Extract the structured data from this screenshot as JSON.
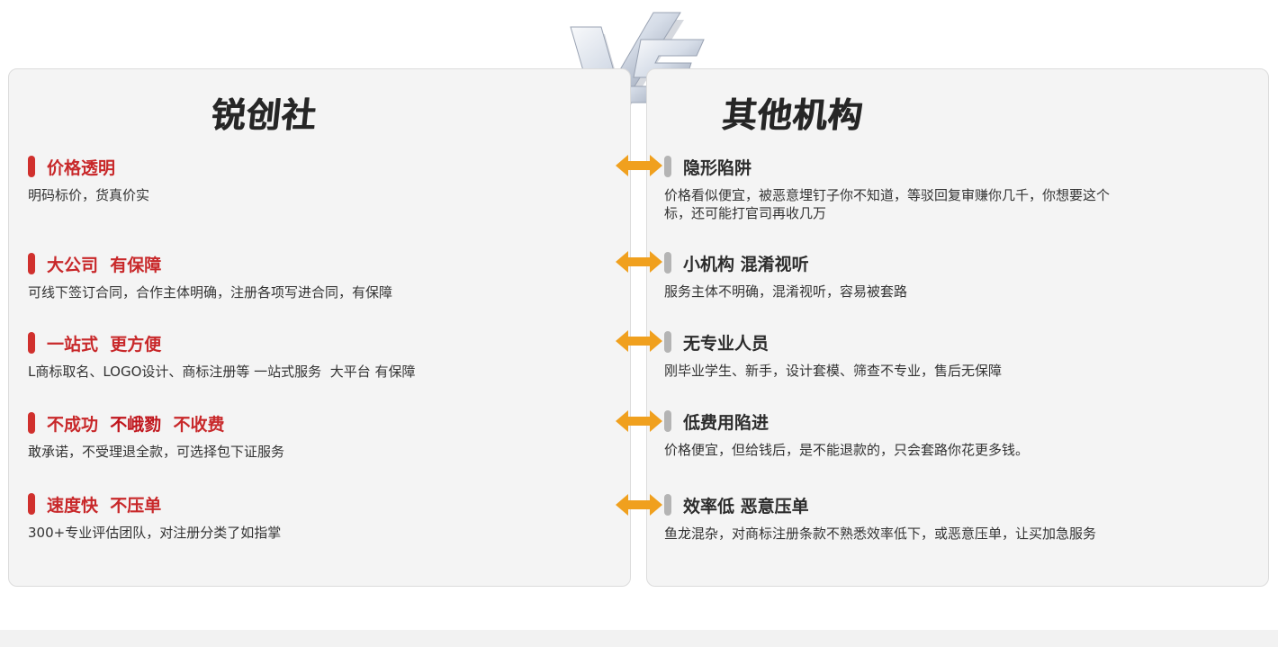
{
  "vs_text": "VS",
  "left": {
    "title": "锐创社",
    "rows": [
      {
        "title_parts": [
          "价格透明"
        ],
        "desc": "明码标价，货真价实"
      },
      {
        "title_parts": [
          "大公司  有保障"
        ],
        "desc": "可线下签订合同，合作主体明确，注册各项写进合同，有保障"
      },
      {
        "title_parts": [
          "一站式  更方便"
        ],
        "desc": "L商标取名、LOGO设计、商标注册等 一站式服务  大平台 有保障"
      },
      {
        "title_parts": [
          "不成功  ",
          "不峨勠",
          "  不收费"
        ],
        "desc": "敢承诺，不受理退全款，可选择包下证服务"
      },
      {
        "title_parts": [
          "速度快  不压单"
        ],
        "desc": "300+专业评估团队，对注册分类了如指掌"
      }
    ]
  },
  "right": {
    "title": "其他机构",
    "rows": [
      {
        "title": "隐形陷阱",
        "desc": "价格看似便宜，被恶意埋钉子你不知道，等驳回复审赚你几千，你想要这个标，还可能打官司再收几万"
      },
      {
        "title": "小机构 混淆视听",
        "desc": "服务主体不明确，混淆视听，容易被套路"
      },
      {
        "title": "无专业人员",
        "desc": "刚毕业学生、新手，设计套模、筛查不专业，售后无保障"
      },
      {
        "title": "低费用陷进",
        "desc": "价格便宜，但给钱后，是不能退款的，只会套路你花更多钱。"
      },
      {
        "title": "效率低 恶意压单",
        "desc": "鱼龙混杂，对商标注册条款不熟悉效率低下，或恶意压单，让买加急服务"
      }
    ]
  },
  "colors": {
    "accent_red": "#d0302d",
    "arrow_orange": "#f0a01e",
    "panel_bg": "#f4f4f4",
    "neutral_bar": "#b4b4b4"
  },
  "icons": [
    "vs-logo",
    "double-arrow-icon"
  ]
}
